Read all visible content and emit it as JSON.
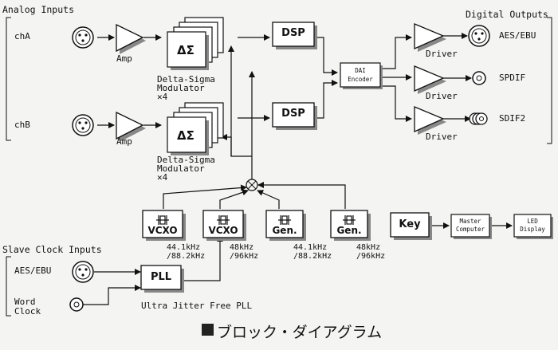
{
  "diagram": {
    "caption": "ブロック・ダイアグラム",
    "sections": {
      "analog_inputs": "Analog Inputs",
      "digital_outputs": "Digital Outputs",
      "slave_clock_inputs": "Slave Clock Inputs"
    },
    "inputs": {
      "cha": "chA",
      "chb": "chB",
      "aes_ebu": "AES/EBU",
      "word_clock_1": "Word",
      "word_clock_2": "Clock"
    },
    "blocks": {
      "amp": "Amp",
      "modulator_symbol": "ΔΣ",
      "modulator_label_1": "Delta-Sigma",
      "modulator_label_2": "Modulator",
      "modulator_count": "✕4",
      "dsp": "DSP",
      "dai_1": "DAI",
      "dai_2": "Encoder",
      "driver": "Driver",
      "vcxo": "VCXO",
      "gen": "Gen.",
      "pll": "PLL",
      "pll_caption": "Ultra Jitter Free PLL",
      "key": "Key",
      "master_1": "Master",
      "master_2": "Computer",
      "led_1": "LED",
      "led_2": "Display"
    },
    "outputs": {
      "aes_ebu": "AES/EBU",
      "spdif": "SPDIF",
      "sdif2": "SDIF2"
    },
    "freqs": {
      "f441a": "44.1kHz",
      "f882a": "/88.2kHz",
      "f48a": "48kHz",
      "f96a": "/96kHz",
      "f441b": "44.1kHz",
      "f882b": "/88.2kHz",
      "f48b": "48kHz",
      "f96b": "/96kHz"
    }
  }
}
